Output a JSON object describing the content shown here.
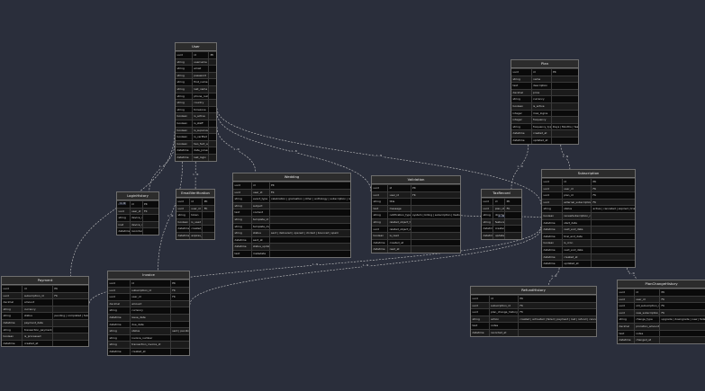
{
  "entities": [
    {
      "id": "User",
      "name": "User",
      "cols": [
        26,
        26,
        12
      ],
      "rows": [
        [
          "uuid",
          "id",
          "PK"
        ],
        [
          "string",
          "username",
          ""
        ],
        [
          "string",
          "email",
          ""
        ],
        [
          "string",
          "password",
          ""
        ],
        [
          "string",
          "first_name",
          ""
        ],
        [
          "string",
          "last_name",
          ""
        ],
        [
          "string",
          "phone_number",
          ""
        ],
        [
          "string",
          "country",
          ""
        ],
        [
          "string",
          "timezone",
          ""
        ],
        [
          "boolean",
          "is_active",
          ""
        ],
        [
          "boolean",
          "is_staff",
          ""
        ],
        [
          "boolean",
          "is_superuser",
          ""
        ],
        [
          "boolean",
          "is_verified",
          ""
        ],
        [
          "boolean",
          "two_fact_auth",
          ""
        ],
        [
          "datetime",
          "date_joined",
          ""
        ],
        [
          "datetime",
          "last_login",
          ""
        ]
      ]
    },
    {
      "id": "Plan",
      "name": "Plan",
      "cols": [
        22,
        22,
        30
      ],
      "rows": [
        [
          "uuid",
          "id",
          "PK"
        ],
        [
          "string",
          "name",
          ""
        ],
        [
          "text",
          "description",
          ""
        ],
        [
          "decimal",
          "price",
          ""
        ],
        [
          "string",
          "currency",
          ""
        ],
        [
          "boolean",
          "is_active",
          ""
        ],
        [
          "integer",
          "max_logins",
          ""
        ],
        [
          "integer",
          "frequency",
          ""
        ],
        [
          "string",
          "frequency_type",
          "Days | Months | Years"
        ],
        [
          "datetime",
          "created_at",
          ""
        ],
        [
          "datetime",
          "updated_at",
          ""
        ]
      ]
    },
    {
      "id": "LoginHistory",
      "name": "LoginHistory",
      "cols": [
        14,
        14,
        18
      ],
      "rows": [
        [
          "uuid",
          "id",
          "PK"
        ],
        [
          "uuid",
          "user_id",
          "FK"
        ],
        [
          "string",
          "device_name",
          ""
        ],
        [
          "inet",
          "device_ip",
          ""
        ],
        [
          "datetime",
          "recorded_at",
          ""
        ]
      ]
    },
    {
      "id": "EmailVerification",
      "name": "EmailVerification",
      "cols": [
        13,
        13,
        12
      ],
      "rows": [
        [
          "uuid",
          "id",
          "PK"
        ],
        [
          "uuid",
          "user_id",
          "FK"
        ],
        [
          "string",
          "token",
          ""
        ],
        [
          "boolean",
          "is_used",
          ""
        ],
        [
          "datetime",
          "created_at",
          ""
        ],
        [
          "datetime",
          "expires_at",
          ""
        ]
      ]
    },
    {
      "id": "Wedding",
      "name": "Wedding",
      "cols": [
        20,
        20,
        90
      ],
      "rows": [
        [
          "uuid",
          "id",
          "PK"
        ],
        [
          "uuid",
          "user_id",
          "FK"
        ],
        [
          "string",
          "event_type",
          "celebration | graduation | other | anthology | subscription | remembering"
        ],
        [
          "string",
          "subject",
          ""
        ],
        [
          "text",
          "content",
          ""
        ],
        [
          "string",
          "template_id",
          ""
        ],
        [
          "string",
          "template_message_id",
          ""
        ],
        [
          "string",
          "status",
          "sent | delivered | opened | clicked | bounced | spam"
        ],
        [
          "datetime",
          "sent_at",
          ""
        ],
        [
          "datetime",
          "status_updated_at",
          ""
        ],
        [
          "text",
          "metadata",
          ""
        ]
      ]
    },
    {
      "id": "Validation",
      "name": "Validation",
      "cols": [
        18,
        26,
        56
      ],
      "rows": [
        [
          "uuid",
          "id",
          "PK"
        ],
        [
          "uuid",
          "user_id",
          "FK"
        ],
        [
          "string",
          "title",
          ""
        ],
        [
          "text",
          "message",
          ""
        ],
        [
          "string",
          "notification_type",
          "system | billing | subscription | feature"
        ],
        [
          "string",
          "related_object_type",
          ""
        ],
        [
          "uuid",
          "related_object_id",
          ""
        ],
        [
          "boolean",
          "is_read",
          ""
        ],
        [
          "datetime",
          "created_at",
          ""
        ],
        [
          "datetime",
          "read_at",
          ""
        ]
      ]
    },
    {
      "id": "TaxRecord",
      "name": "TaxRecord",
      "cols": [
        14,
        14,
        20
      ],
      "rows": [
        [
          "uuid",
          "id",
          "PK"
        ],
        [
          "uuid",
          "plan_id",
          "FK"
        ],
        [
          "string",
          "display_name",
          ""
        ],
        [
          "string",
          "feature_code",
          ""
        ],
        [
          "datetime",
          "created_at",
          ""
        ],
        [
          "datetime",
          "updated_at",
          ""
        ]
      ]
    },
    {
      "id": "Subscription",
      "name": "Subscription",
      "cols": [
        22,
        32,
        48
      ],
      "rows": [
        [
          "uuid",
          "id",
          "PK"
        ],
        [
          "uuid",
          "user_id",
          "FK"
        ],
        [
          "uuid",
          "plan_id",
          "FK"
        ],
        [
          "uuid",
          "external_subscription_id",
          "FK"
        ],
        [
          "string",
          "status",
          "active | cancelled | expired | trial"
        ],
        [
          "boolean",
          "renewSubscription_ref_id",
          ""
        ],
        [
          "datetime",
          "start_date",
          ""
        ],
        [
          "datetime",
          "next_end_date",
          ""
        ],
        [
          "datetime",
          "trial_end_date",
          ""
        ],
        [
          "boolean",
          "is_cron",
          ""
        ],
        [
          "datetime",
          "next_end_date",
          ""
        ],
        [
          "datetime",
          "created_at",
          ""
        ],
        [
          "datetime",
          "updated_at",
          ""
        ]
      ]
    },
    {
      "id": "Payment",
      "name": "Payment",
      "cols": [
        22,
        32,
        38
      ],
      "rows": [
        [
          "uuid",
          "id",
          "PK"
        ],
        [
          "uuid",
          "subscription_id",
          "FK"
        ],
        [
          "decimal",
          "amount",
          ""
        ],
        [
          "string",
          "currency",
          ""
        ],
        [
          "string",
          "status",
          "pending | completed | failed"
        ],
        [
          "datetime",
          "payment_date",
          ""
        ],
        [
          "string",
          "transaction_payment_id",
          ""
        ],
        [
          "boolean",
          "is_processed",
          ""
        ],
        [
          "datetime",
          "created_at",
          ""
        ]
      ]
    },
    {
      "id": "Invoice",
      "name": "Invoice",
      "cols": [
        14,
        26,
        12
      ],
      "rows": [
        [
          "uuid",
          "id",
          "PK"
        ],
        [
          "uuid",
          "subscription_id",
          "FK"
        ],
        [
          "uuid",
          "user_id",
          "FK"
        ],
        [
          "decimal",
          "amount",
          ""
        ],
        [
          "string",
          "currency",
          ""
        ],
        [
          "datetime",
          "issue_date",
          ""
        ],
        [
          "datetime",
          "due_date",
          ""
        ],
        [
          "string",
          "status",
          "sent | pending | overdue"
        ],
        [
          "string",
          "invoice_number",
          ""
        ],
        [
          "string",
          "transaction_invoice_id",
          ""
        ],
        [
          "datetime",
          "created_at",
          ""
        ]
      ]
    },
    {
      "id": "RefundHistory",
      "name": "RefundHistory",
      "cols": [
        20,
        32,
        86
      ],
      "rows": [
        [
          "uuid",
          "id",
          "PK"
        ],
        [
          "uuid",
          "subscription_id",
          "FK"
        ],
        [
          "uuid",
          "plan_change_history_id",
          "FK"
        ],
        [
          "string",
          "action",
          "created | activated | failed | payment | lost | refund | cancelled | expired"
        ],
        [
          "text",
          "notes",
          ""
        ],
        [
          "datetime",
          "recorded_at",
          ""
        ]
      ]
    },
    {
      "id": "PlanChangeHistory",
      "name": "PlanChangeHistory",
      "cols": [
        18,
        28,
        50
      ],
      "rows": [
        [
          "uuid",
          "id",
          "PK"
        ],
        [
          "uuid",
          "user_id",
          "FK"
        ],
        [
          "uuid",
          "old_subscription_id",
          "FK"
        ],
        [
          "uuid",
          "new_subscription_id",
          "FK"
        ],
        [
          "string",
          "change_type",
          "upgrade | downgrade | new | failed"
        ],
        [
          "decimal",
          "proration_amount",
          ""
        ],
        [
          "text",
          "notes",
          ""
        ],
        [
          "datetime",
          "changed_at",
          ""
        ]
      ]
    }
  ],
  "edges": [
    {
      "from": "User",
      "to": "LoginHistory",
      "label": "1 - N"
    },
    {
      "from": "User",
      "to": "EmailVerification",
      "label": "1 - N"
    },
    {
      "from": "User",
      "to": "Wedding",
      "label": "1 - N"
    },
    {
      "from": "User",
      "to": "Validation",
      "label": "1 - N"
    },
    {
      "from": "User",
      "to": "Subscription",
      "label": "1 - N"
    },
    {
      "from": "User",
      "to": "Invoice",
      "label": "1 - N"
    },
    {
      "from": "User",
      "to": "Payment",
      "label": "1 - N"
    },
    {
      "from": "Plan",
      "to": "TaxRecord",
      "label": "1 - N"
    },
    {
      "from": "Plan",
      "to": "Subscription",
      "label": "1 - N"
    },
    {
      "from": "Subscription",
      "to": "Payment",
      "label": "1 - N"
    },
    {
      "from": "Subscription",
      "to": "Invoice",
      "label": "1 - N"
    },
    {
      "from": "Subscription",
      "to": "RefundHistory",
      "label": "1 - N"
    },
    {
      "from": "Subscription",
      "to": "PlanChangeHistory",
      "label": "1 - N"
    },
    {
      "from": "Validation",
      "to": "Subscription",
      "label": "1 - N"
    }
  ]
}
